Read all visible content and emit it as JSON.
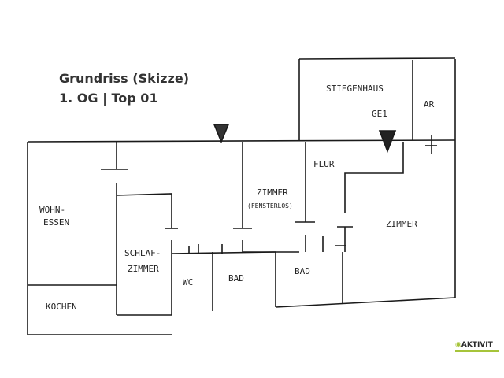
{
  "title": {
    "line1": "Grundriss (Skizze)",
    "line2": "1. OG | Top 01"
  },
  "rooms": {
    "wohn_essen_1": "WOHN-",
    "wohn_essen_2": "ESSEN",
    "kochen": "KOCHEN",
    "schlaf_1": "SCHLAF-",
    "schlaf_2": "ZIMMER",
    "wc": "WC",
    "bad1": "BAD",
    "bad2": "BAD",
    "zimmer_fl_1": "ZIMMER",
    "zimmer_fl_2": "(FENSTERLOS)",
    "flur": "FLUR",
    "zimmer": "ZIMMER",
    "stiegenhaus": "STIEGENHAUS",
    "ge1": "GE1",
    "ar": "AR"
  },
  "logo": {
    "text": "AKTIVIT",
    "color": "#a6c43a"
  }
}
